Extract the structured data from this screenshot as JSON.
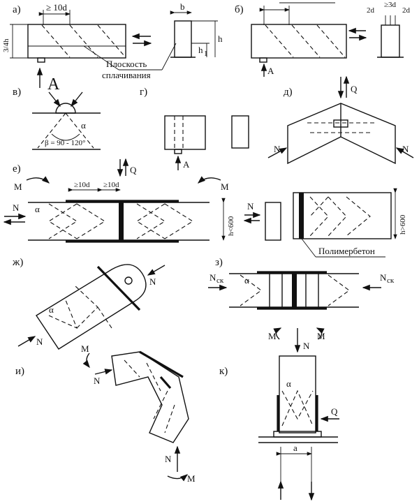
{
  "labels": {
    "a": "а)",
    "b": "б)",
    "v": "в)",
    "g": "г)",
    "d": "д)",
    "e": "е)",
    "zh": "ж)",
    "z": "з)",
    "i": "и)",
    "k": "к)"
  },
  "texts": {
    "ge10d": "≥ 10d",
    "b": "b",
    "h": "h",
    "h1": "h",
    "h1_sub": "1",
    "three_quarter_h": "3/4h",
    "fusion_plane_1": "Плоскость",
    "fusion_plane_2": "сплачивания",
    "A": "A",
    "A_big": "A",
    "two_d": "2d",
    "ge3d": "≥3d",
    "alpha": "α",
    "beta": "β = 90 - 120°",
    "Q": "Q",
    "N": "N",
    "M": "M",
    "ge10d_2": "≥10d",
    "ge10d_3": "≥10d",
    "h_lt_600": "h<600",
    "h_gt_600": "h>600",
    "polymer_concrete": "Полимербетон",
    "N_sk": "N",
    "N_sk_sub": "ск",
    "a": "a"
  }
}
